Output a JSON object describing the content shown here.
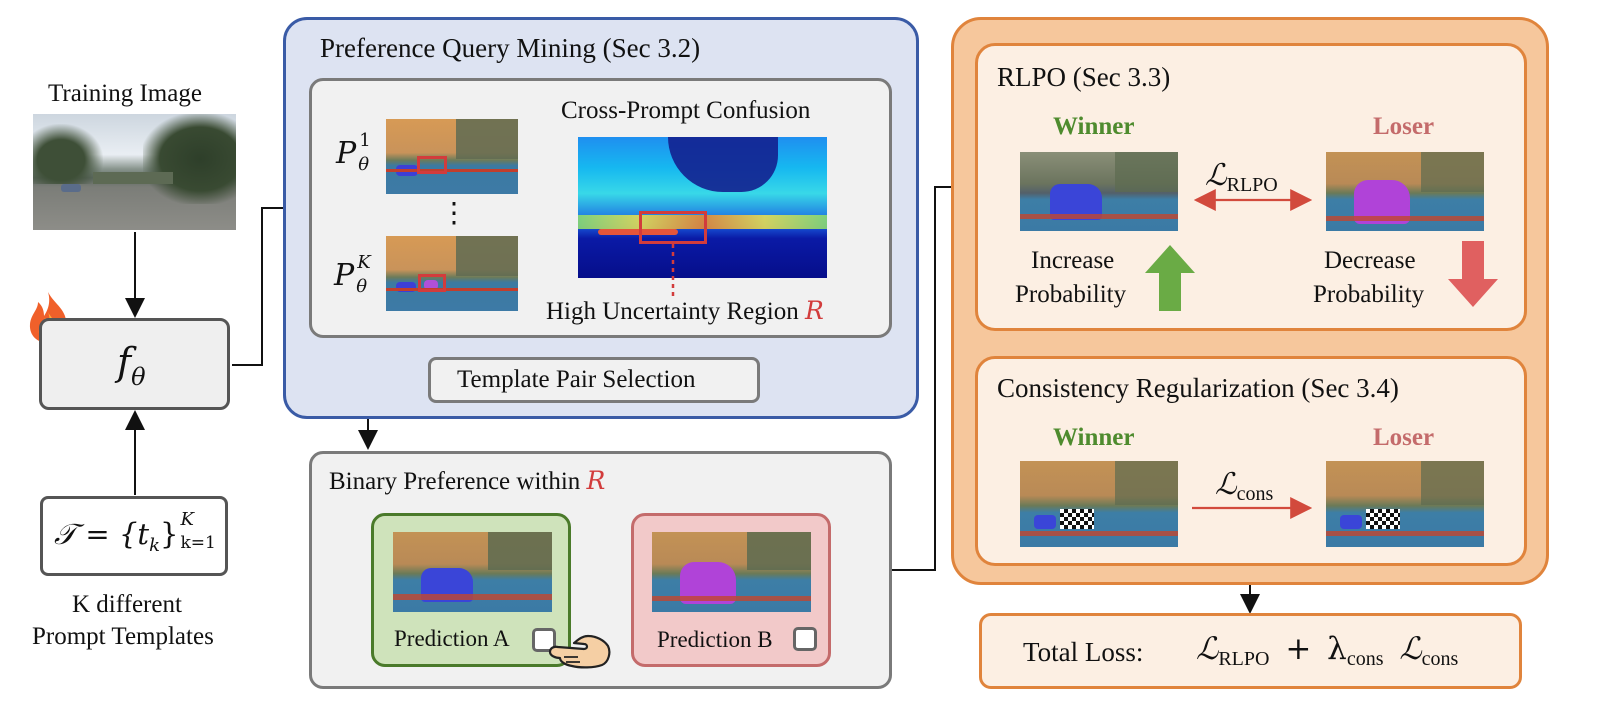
{
  "left": {
    "training_image_label": "Training Image",
    "model_label": "f",
    "model_sub": "θ",
    "template_set": {
      "lhs": "𝒯 = {t",
      "sub_k": "k",
      "rhs": "}",
      "sup": "K",
      "sub": "k=1"
    },
    "caption_line1": "K different",
    "caption_line2": "Prompt Templates",
    "fire_icon": "fire-icon"
  },
  "mining": {
    "title": "Preference Query Mining (Sec 3.2)",
    "confusion_label": "Cross-Prompt Confusion",
    "p_top": {
      "base": "P",
      "sub": "θ",
      "sup": "1"
    },
    "p_bottom": {
      "base": "P",
      "sub": "θ",
      "sup": "K"
    },
    "dots": "⋮",
    "uncertainty_label": "High Uncertainty Region",
    "region_symbol": "R"
  },
  "pair_selection_label": "Template Pair Selection",
  "binary": {
    "title": "Binary Preference within",
    "region_symbol": "R",
    "prediction_a_label": "Prediction A",
    "prediction_b_label": "Prediction B",
    "hand_icon": "pointing-hand-icon"
  },
  "rlpo": {
    "title": "RLPO (Sec 3.3)",
    "winner_label": "Winner",
    "loser_label": "Loser",
    "loss_symbol": "ℒ",
    "loss_sub": "RLPO",
    "increase_line1": "Increase",
    "increase_line2": "Probability",
    "decrease_line1": "Decrease",
    "decrease_line2": "Probability"
  },
  "consistency": {
    "title": "Consistency Regularization (Sec 3.4)",
    "winner_label": "Winner",
    "loser_label": "Loser",
    "loss_symbol": "ℒ",
    "loss_sub": "cons"
  },
  "total": {
    "label": "Total Loss:",
    "l1": "ℒ",
    "l1_sub": "RLPO",
    "plus": "+",
    "lambda": "λ",
    "lambda_sub": "cons",
    "l2": "ℒ",
    "l2_sub": "cons"
  },
  "colors": {
    "mining_bg": "#dde3f2",
    "mining_border": "#3a5ba6",
    "orange_outer_bg": "#f6c79c",
    "orange_border": "#e0843c",
    "orange_inner_bg": "#fcefe3",
    "winner_green": "#4e8b2e",
    "loser_pink": "#c46b6b",
    "arrow_red": "#d24a3c",
    "pred_a_bg": "#cfe3bb",
    "pred_a_border": "#4a7a2a",
    "pred_b_bg": "#f2c9c9",
    "pred_b_border": "#c46b6b"
  }
}
